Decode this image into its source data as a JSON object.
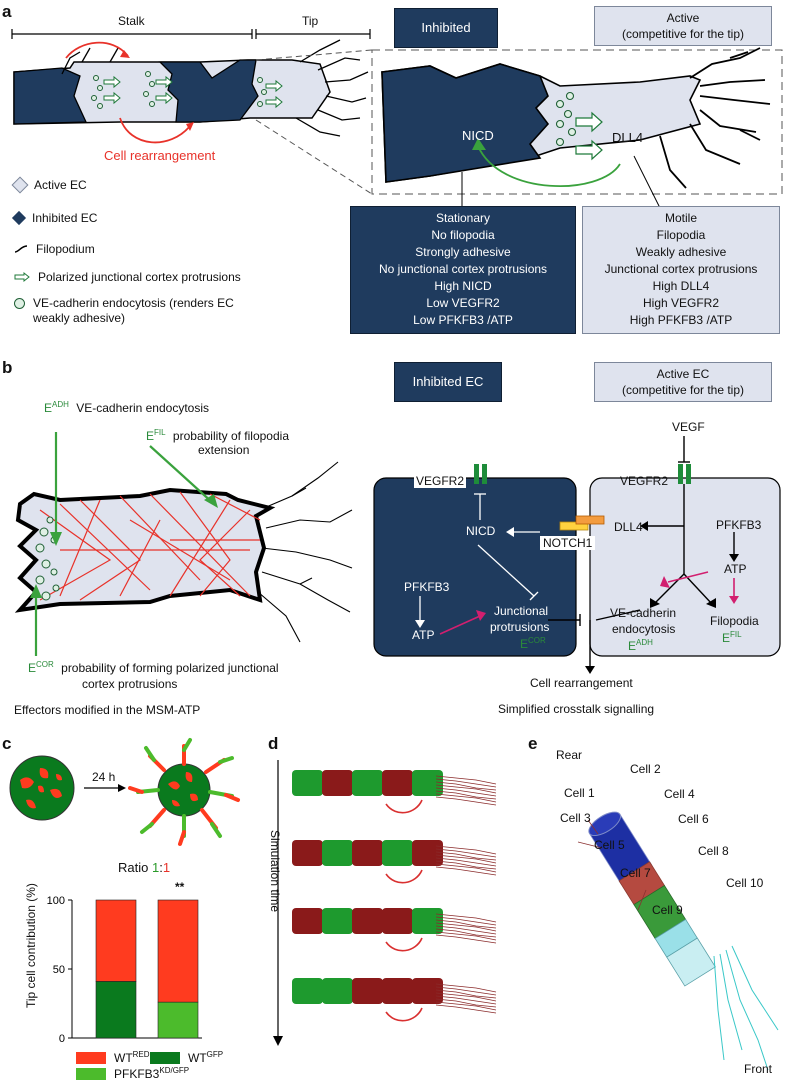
{
  "panel_a": {
    "letter": "a",
    "stalk": "Stalk",
    "tip": "Tip",
    "cell_rearrangement": "Cell rearrangement",
    "inhibited_header": "Inhibited",
    "active_header_line1": "Active",
    "active_header_line2": "(competitive for the tip)",
    "nicd": "NICD",
    "dll4": "DLL4",
    "legend": [
      {
        "icon": "light-diamond-icon",
        "text": "Active EC"
      },
      {
        "icon": "dark-diamond-icon",
        "text": "Inhibited EC"
      },
      {
        "icon": "filopodium-icon",
        "text": "Filopodium"
      },
      {
        "icon": "green-arrow-icon",
        "text": "Polarized junctional cortex protrusions"
      },
      {
        "icon": "green-circle-icon",
        "text": "VE-cadherin endocytosis (renders EC"
      },
      {
        "icon": "",
        "text": "weakly adhesive)"
      }
    ],
    "inhibited_props": [
      "Stationary",
      "No filopodia",
      "Strongly adhesive",
      "No junctional cortex protrusions",
      "High NICD",
      "Low VEGFR2",
      "Low PFKFB3 /ATP"
    ],
    "active_props": [
      "Motile",
      "Filopodia",
      "Weakly adhesive",
      "Junctional cortex protrusions",
      "High DLL4",
      "High VEGFR2",
      "High PFKFB3 /ATP"
    ]
  },
  "panel_b": {
    "letter": "b",
    "eadh": "E",
    "eadh_sup": "ADH",
    "eadh_text": "VE-cadherin endocytosis",
    "efil": "E",
    "efil_sup": "FIL",
    "efil_text1": "probability of filopodia",
    "efil_text2": "extension",
    "ecor": "E",
    "ecor_sup": "COR",
    "ecor_text1": "probability of forming polarized junctional",
    "ecor_text2": "cortex protrusions",
    "caption_left": "Effectors modified in the MSM-ATP",
    "inhibited_ec": "Inhibited EC",
    "active_ec_line1": "Active EC",
    "active_ec_line2": "(competitive for the tip)",
    "vegf": "VEGF",
    "vegfr2_left": "VEGFR2",
    "vegfr2_right": "VEGFR2",
    "nicd": "NICD",
    "dll4": "DLL4",
    "notch1": "NOTCH1",
    "pfkfb3_left": "PFKFB3",
    "atp_left": "ATP",
    "junctional1": "Junctional",
    "junctional2": "protrusions",
    "ecor_small": "E",
    "ecor_small_sup": "COR",
    "pfkfb3_right": "PFKFB3",
    "atp_right": "ATP",
    "vecad1": "VE-cadherin",
    "vecad2": "endocytosis",
    "eadh_small": "E",
    "eadh_small_sup": "ADH",
    "filopodia": "Filopodia",
    "efil_small": "E",
    "efil_small_sup": "FIL",
    "cell_rearrangement": "Cell rearrangement",
    "caption_right": "Simplified crosstalk signalling"
  },
  "panel_c": {
    "letter": "c",
    "time": "24 h",
    "ratio_prefix": "Ratio ",
    "ratio_a": "1",
    "ratio_sep": ":",
    "ratio_b": "1",
    "significance": "**",
    "legend": [
      {
        "base": "WT",
        "sup": "RED",
        "color": "#ff3b1f"
      },
      {
        "base": "WT",
        "sup": "GFP",
        "color": "#0a7a1e"
      },
      {
        "base": "PFKFB3",
        "sup": "KD/GFP",
        "color": "#4cbb2c"
      }
    ]
  },
  "chart_data": {
    "type": "bar",
    "stacked": true,
    "categories": [
      "",
      ""
    ],
    "ylabel": "Tip cell contribution (%)",
    "ylim": [
      0,
      100
    ],
    "yticks": [
      0,
      50,
      100
    ],
    "series": [
      {
        "name": "GFP (WT GFP / PFKFB3 KD/GFP)",
        "values": [
          41,
          26
        ],
        "colors": [
          "#0a7a1e",
          "#4cbb2c"
        ]
      },
      {
        "name": "WT RED",
        "values": [
          59,
          74
        ],
        "colors": [
          "#ff3b1f",
          "#ff3b1f"
        ]
      }
    ]
  },
  "panel_d": {
    "letter": "d",
    "axis_label": "Simulation time"
  },
  "panel_e": {
    "letter": "e",
    "cells": [
      "Rear",
      "Cell 2",
      "Cell 1",
      "Cell 4",
      "Cell 3",
      "Cell 6",
      "Cell 5",
      "Cell 8",
      "Cell 7",
      "Cell 10",
      "Cell 9",
      "Front"
    ]
  }
}
